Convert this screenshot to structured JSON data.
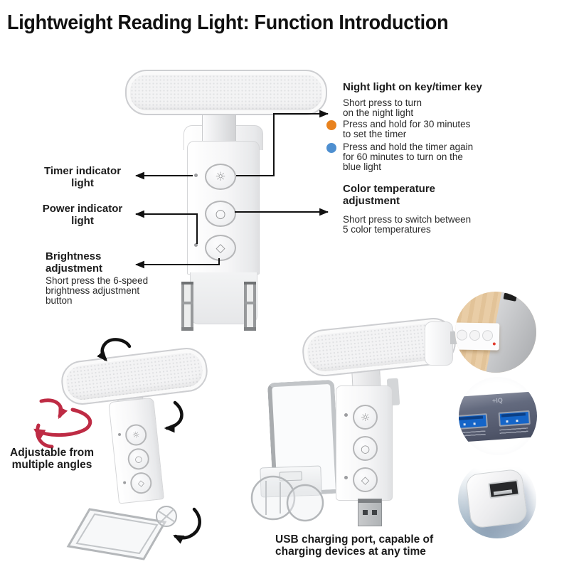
{
  "title": "Lightweight Reading Light: Function Introduction",
  "colors": {
    "orange": "#E8821E",
    "blue": "#4E8FD0",
    "red_arrow": "#BE2B44",
    "usb_port_blue": "#1565C8",
    "indicator_red": "#E23B2E"
  },
  "main_product": {
    "buttons": [
      {
        "name": "night-light-button",
        "icon": "☼"
      },
      {
        "name": "color-temp-button",
        "icon": "○"
      },
      {
        "name": "brightness-button",
        "icon": "◇"
      }
    ]
  },
  "labels_left": {
    "timer": "Timer indicator\nlight",
    "power": "Power indicator\nlight",
    "brightness_title": "Brightness\nadjustment",
    "brightness_desc": "Short press the 6-speed\nbrightness adjustment\nbutton"
  },
  "labels_right": {
    "night_heading": "Night light on key/timer key",
    "night_items": [
      {
        "bullet": "none",
        "text": "Short press to turn\non the night light"
      },
      {
        "bullet": "orange",
        "text": "Press and hold for 30 minutes\nto set the timer"
      },
      {
        "bullet": "blue",
        "text": "Press and hold the timer again\nfor 60 minutes to turn on the\nblue light"
      }
    ],
    "color_temp_heading": "Color temperature\nadjustment",
    "color_temp_desc": "Short press to switch between\n5 color temperatures"
  },
  "bottom_left_caption": "Adjustable from\nmultiple angles",
  "bottom_middle_caption": "USB charging port, capable of\ncharging devices at any time",
  "photo_circles": {
    "charger_label": "+IQ"
  }
}
